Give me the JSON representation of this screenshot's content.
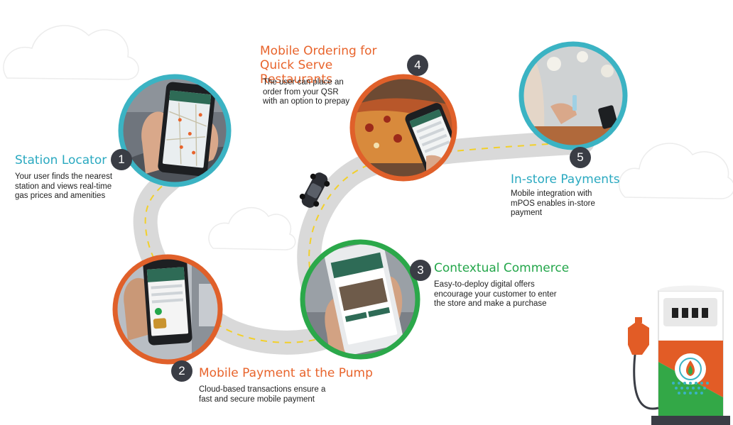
{
  "colors": {
    "teal": "#3bb3c3",
    "orange": "#e0602a",
    "green": "#2ba84a",
    "road": "#d9d9d9",
    "lane": "#f2d02a",
    "badge": "#3a3d45"
  },
  "stages": [
    {
      "number": "1",
      "title": "Station Locator",
      "description": "Your user finds the nearest station and views real-time gas prices and amenities",
      "ring_color": "teal",
      "image": "phone-map-in-car"
    },
    {
      "number": "2",
      "title": "Mobile Payment at the Pump",
      "description": "Cloud-based transactions ensure a fast and secure mobile payment",
      "ring_color": "orange",
      "image": "phone-at-pump"
    },
    {
      "number": "3",
      "title": "Contextual Commerce",
      "description": "Easy-to-deploy digital offers encourage your customer to enter the store and make a purchase",
      "ring_color": "green",
      "image": "phone-offers"
    },
    {
      "number": "4",
      "title": "Mobile Ordering for Quick Serve Restaurants",
      "description": "The user can place an order from your QSR with an option to prepay",
      "ring_color": "orange",
      "image": "phone-pizza-order"
    },
    {
      "number": "5",
      "title": "In-store Payments",
      "description": "Mobile integration with mPOS enables in-store payment",
      "ring_color": "teal",
      "image": "mpos-checkout"
    }
  ],
  "icons": [
    "car-icon",
    "gas-pump-icon",
    "cloud-icon"
  ]
}
